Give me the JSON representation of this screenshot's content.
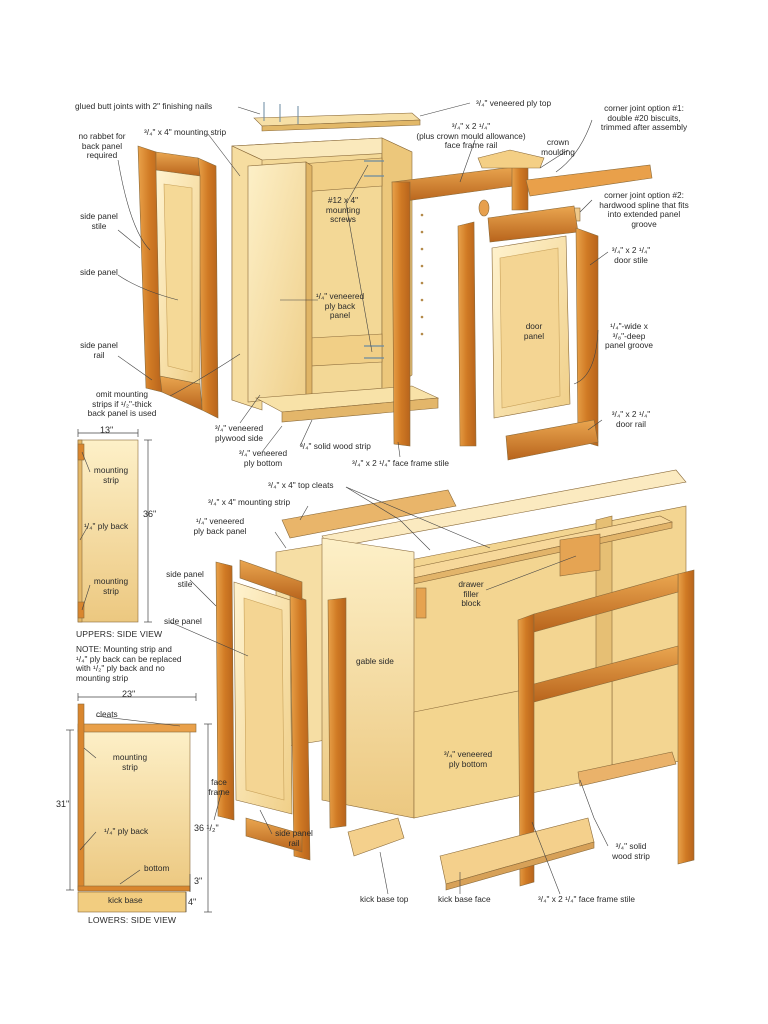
{
  "colors": {
    "panel_light": "#fbe7b4",
    "panel_mid": "#f1d08a",
    "panel_shadow": "#e4bc6e",
    "edge": "#c99a4e",
    "face_frame": "#d9862e",
    "face_frame_dark": "#a85a1a",
    "outline": "#8a6a3a",
    "leader": "#444444",
    "text": "#2a2a2a"
  },
  "upper": {
    "glued_butt_joints": "glued butt joints with 2\" finishing nails",
    "veneered_ply_top": "³/₄\" veneered ply top",
    "no_rabbet": "no rabbet for\nback panel\nrequired",
    "mounting_strip": "³/₄\" x 4\" mounting strip",
    "face_frame_rail": "³/₄\" x 2 ¹/₄\"\n(plus crown mould allowance)\nface frame rail",
    "crown_moulding": "crown\nmoulding",
    "corner_joint_1": "corner joint option #1:\ndouble #20 biscuits,\ntrimmed after assembly",
    "corner_joint_2": "corner joint option #2:\nhardwood spline that fits\ninto extended panel\ngroove",
    "side_panel_stile": "side panel\nstile",
    "mounting_screws": "#12 x 4\"\nmounting\nscrews",
    "door_stile": "³/₄\" x 2 ¹/₄\"\ndoor stile",
    "side_panel": "side panel",
    "ply_back_panel": "¹/₄\" veneered\nply back\npanel",
    "door_panel": "door\npanel",
    "panel_groove": "¹/₄\"-wide x\n³/₈\"-deep\npanel groove",
    "side_panel_rail": "side panel\nrail",
    "omit_mounting": "omit mounting\nstrips if ¹/₂\"-thick\nback panel is used",
    "plywood_side": "³/₄\" veneered\nplywood side",
    "ply_bottom": "³/₄\" veneered\nply bottom",
    "solid_wood_strip": "³/₄\" solid wood strip",
    "face_frame_stile": "³/₄\" x 2 ¹/₄\" face frame stile",
    "door_rail": "³/₄\" x 2 ¹/₄\"\ndoor rail"
  },
  "uppers_side_view": {
    "width": "13\"",
    "height": "36\"",
    "mounting_strip_top": "mounting\nstrip",
    "ply_back": "¹/₄\" ply back",
    "mounting_strip_bottom": "mounting\nstrip",
    "caption": "UPPERS: SIDE VIEW",
    "note": "NOTE: Mounting strip and\n¹/₄\" ply back can be replaced\nwith ¹/₂\" ply back and no\nmounting strip"
  },
  "lower": {
    "top_cleats": "³/₄\" x 4\" top cleats",
    "mounting_strip": "³/₄\" x 4\" mounting strip",
    "ply_back_panel": "¹/₄\" veneered\nply back panel",
    "side_panel_stile": "side panel\nstile",
    "drawer_filler_block": "drawer\nfiller\nblock",
    "side_panel": "side panel",
    "gable_side": "gable side",
    "veneered_ply_bottom": "³/₄\" veneered\nply bottom",
    "face_frame": "face\nframe",
    "side_panel_rail": "side panel\nrail",
    "solid_wood_strip": "³/₄\" solid\nwood strip",
    "kick_base_top": "kick base top",
    "kick_base_face": "kick base face",
    "face_frame_stile": "³/₄\" x 2 ¹/₄\" face frame stile"
  },
  "lowers_side_view": {
    "width": "23\"",
    "cleats": "cleats",
    "mounting_strip": "mounting\nstrip",
    "height": "31\"",
    "ply_back": "¹/₄\" ply back",
    "overall_height": "36 ¹/₂\"",
    "bottom": "bottom",
    "kick_base": "kick base",
    "dim_3": "3\"",
    "dim_4": "4\"",
    "caption": "LOWERS: SIDE VIEW"
  }
}
